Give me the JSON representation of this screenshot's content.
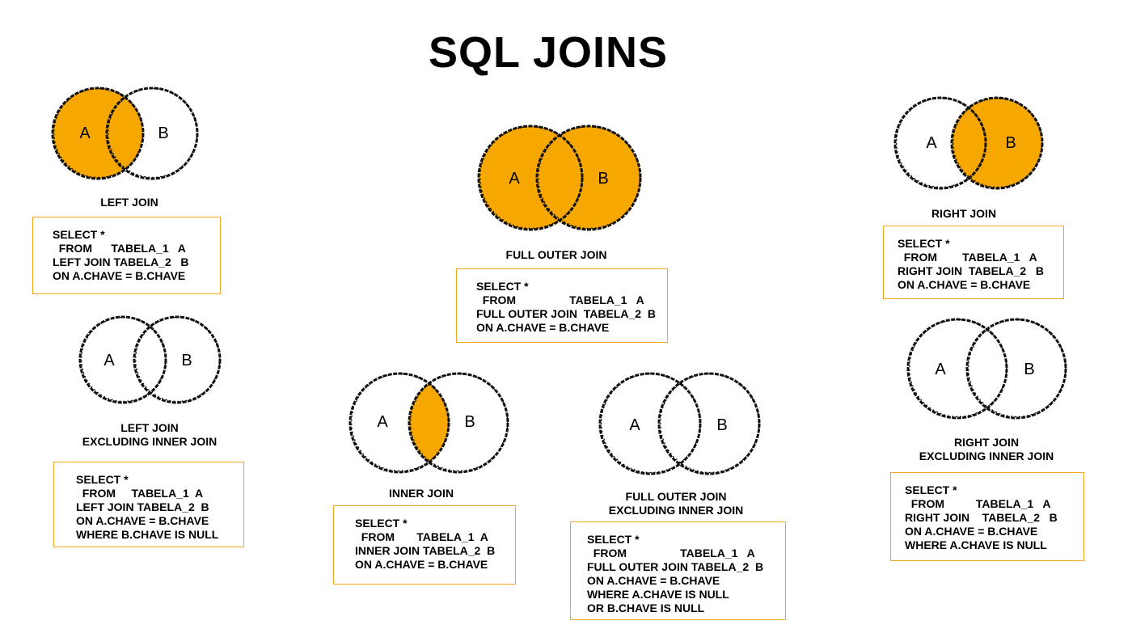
{
  "title": "SQL JOINS",
  "colors": {
    "fill": "#f7a800",
    "outline": "#111111",
    "box_border": "#f5a623"
  },
  "set_labels": {
    "a": "A",
    "b": "B"
  },
  "joins": [
    {
      "id": "left-join",
      "fill_mode": "left",
      "label": [
        "LEFT JOIN"
      ],
      "sql": [
        "SELECT *",
        "  FROM      TABELA_1   A",
        "LEFT JOIN TABELA_2   B",
        "ON A.CHAVE = B.CHAVE"
      ]
    },
    {
      "id": "full-outer-join",
      "fill_mode": "full",
      "label": [
        "FULL OUTER JOIN"
      ],
      "sql": [
        "SELECT *",
        "  FROM                 TABELA_1   A",
        "FULL OUTER JOIN  TABELA_2  B",
        "ON A.CHAVE = B.CHAVE"
      ]
    },
    {
      "id": "right-join",
      "fill_mode": "right",
      "label": [
        "RIGHT JOIN"
      ],
      "sql": [
        "SELECT *",
        "  FROM        TABELA_1   A",
        "RIGHT JOIN  TABELA_2   B",
        "ON A.CHAVE = B.CHAVE"
      ]
    },
    {
      "id": "left-excluding-join",
      "fill_mode": "left_only",
      "label": [
        "LEFT JOIN",
        "EXCLUDING INNER JOIN"
      ],
      "sql": [
        "SELECT *",
        "  FROM     TABELA_1  A",
        "LEFT JOIN TABELA_2  B",
        "ON A.CHAVE = B.CHAVE",
        "WHERE B.CHAVE IS NULL"
      ]
    },
    {
      "id": "inner-join",
      "fill_mode": "inner",
      "label": [
        "INNER JOIN"
      ],
      "sql": [
        "SELECT *",
        "  FROM       TABELA_1  A",
        "INNER JOIN TABELA_2  B",
        "ON A.CHAVE = B.CHAVE"
      ]
    },
    {
      "id": "full-outer-excluding-join",
      "fill_mode": "outer_only",
      "label": [
        "FULL OUTER JOIN",
        "EXCLUDING INNER JOIN"
      ],
      "sql": [
        "SELECT *",
        "  FROM                 TABELA_1   A",
        "FULL OUTER JOIN TABELA_2  B",
        "ON A.CHAVE = B.CHAVE",
        "WHERE A.CHAVE IS NULL",
        "OR B.CHAVE IS NULL"
      ]
    },
    {
      "id": "right-excluding-join",
      "fill_mode": "right_only",
      "label": [
        "RIGHT JOIN",
        "EXCLUDING INNER JOIN"
      ],
      "sql": [
        "SELECT *",
        "  FROM          TABELA_1   A",
        "RIGHT JOIN    TABELA_2   B",
        "ON A.CHAVE = B.CHAVE",
        "WHERE A.CHAVE IS NULL"
      ]
    }
  ]
}
